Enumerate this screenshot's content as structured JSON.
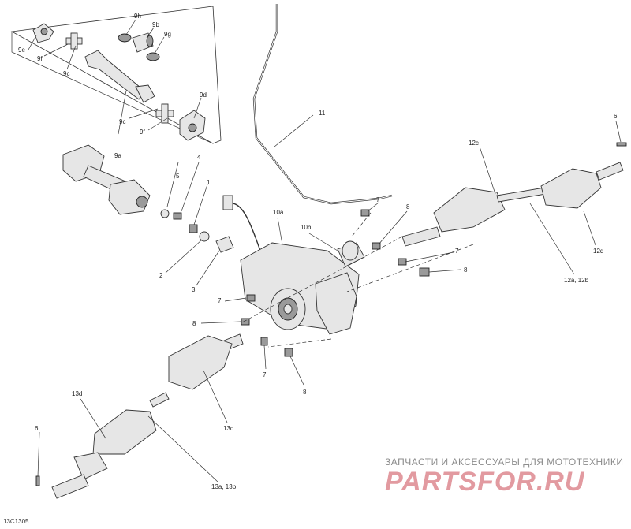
{
  "figure_code": "13C1305",
  "watermark": {
    "tagline": "ЗАПЧАСТИ И АКСЕССУАРЫ ДЛЯ МОТОТЕХНИКИ",
    "logo": "PARTSFOR.RU"
  },
  "callouts": {
    "c9e": "9e",
    "c9f_top": "9f",
    "c9c_top": "9c",
    "c9h": "9h",
    "c9b": "9b",
    "c9g": "9g",
    "c9d": "9d",
    "c9c_bot": "9c",
    "c9f_bot": "9f",
    "c9a": "9a",
    "c5": "5",
    "c4": "4",
    "c1": "1",
    "c2": "2",
    "c3": "3",
    "c11": "11",
    "c10a": "10a",
    "c10b": "10b",
    "c7_a": "7",
    "c8_a": "8",
    "c7_b": "7",
    "c8_b": "8",
    "c7_c": "7",
    "c8_c": "8",
    "c7_d": "7",
    "c8_d": "8",
    "c6_top": "6",
    "c12c": "12c",
    "c12d": "12d",
    "c12ab": "12a, 12b",
    "c13d": "13d",
    "c13c": "13c",
    "c6_bot": "6",
    "c13ab": "13a, 13b"
  },
  "colors": {
    "line": "#333333",
    "watermark_red": "#e29aa0",
    "watermark_grey": "#8c8c8c"
  }
}
